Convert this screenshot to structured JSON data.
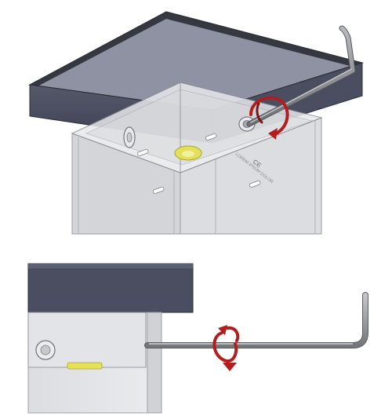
{
  "figure": {
    "panels": [
      {
        "name": "top-view",
        "description_shown": false
      },
      {
        "name": "side-view",
        "description_shown": false
      }
    ]
  },
  "housing_label": {
    "line1": "LOREM IPSUM DOLOR",
    "line2": "CE"
  },
  "colors": {
    "cover_top": "#8f93a3",
    "cover_side": "#4b4f61",
    "cover_edge": "#2b2d36",
    "body": "#d9dadd",
    "body_shadow": "#bfc0c4",
    "tool": "#8a8c90",
    "arrow": "#b21e1e",
    "accent_yellow": "#e4e05a"
  },
  "icons": {
    "tool": "hex-key-icon",
    "rotation": "rotation-arrow-icon",
    "screw": "screw-head-icon",
    "magnet": "yellow-magnet-icon"
  }
}
